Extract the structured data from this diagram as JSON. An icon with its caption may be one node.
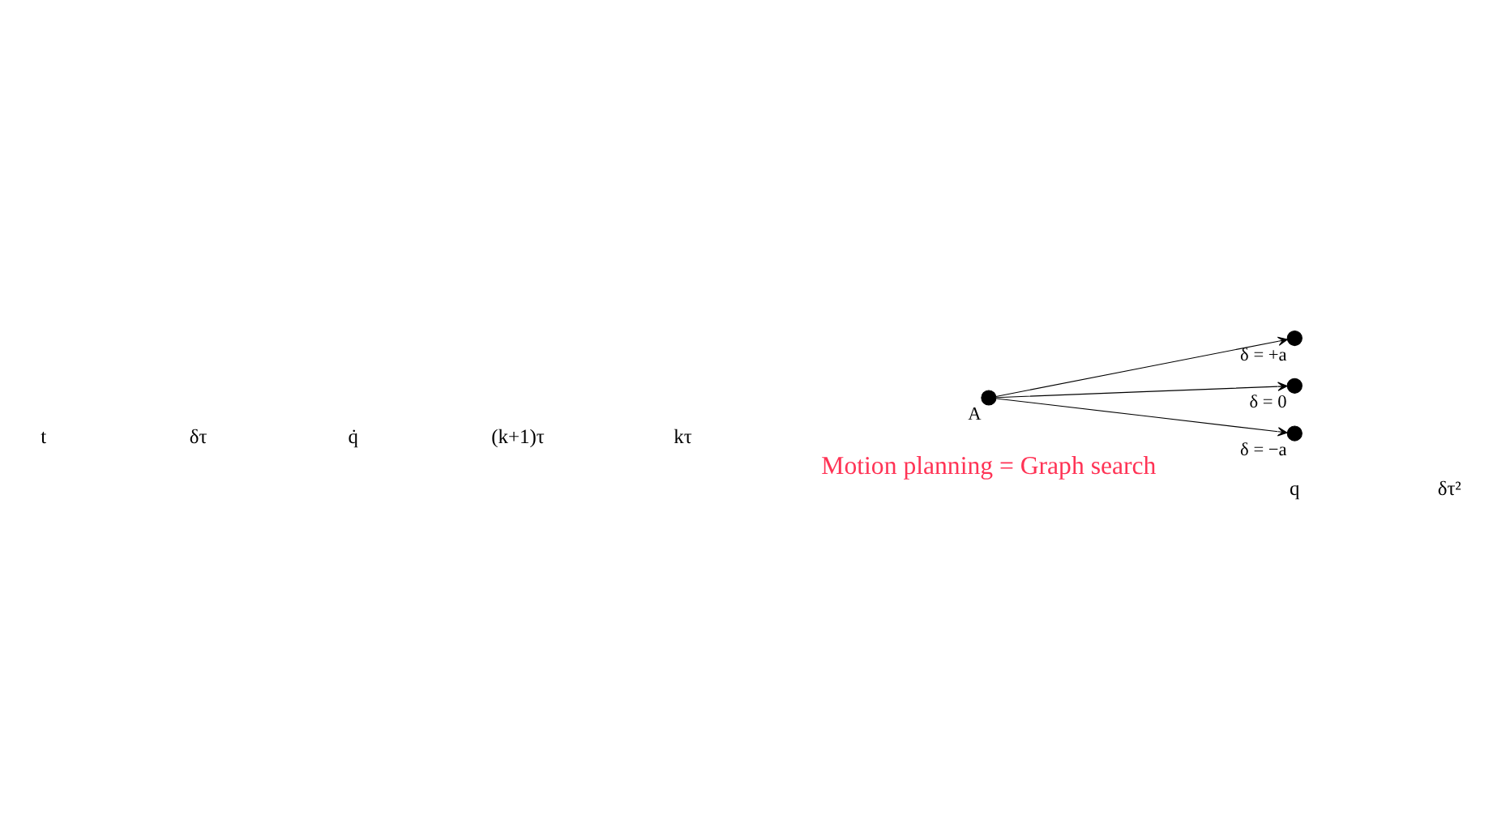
{
  "diagram": {
    "nodes": [
      {
        "text": [],
        "shape": "circle",
        "beside": [
          "A"
        ]
      },
      {
        "text": [],
        "shape": "circle",
        "beside": [
          "δ = +a"
        ]
      },
      {
        "text": [],
        "shape": "circle",
        "beside": [
          "δ = 0"
        ]
      },
      {
        "text": [],
        "shape": "circle",
        "beside": [
          "δ = −a"
        ]
      }
    ],
    "edges": [
      {
        "from": 0,
        "to": 1,
        "arrow": "to"
      },
      {
        "from": 0,
        "to": 2,
        "arrow": "to"
      },
      {
        "from": 0,
        "to": 3,
        "arrow": "to"
      }
    ],
    "labels": [
      "t",
      "δτ",
      "q̇",
      "(k+1)τ",
      "kτ",
      "Motion planning = Graph search",
      "q",
      "δτ²"
    ]
  }
}
